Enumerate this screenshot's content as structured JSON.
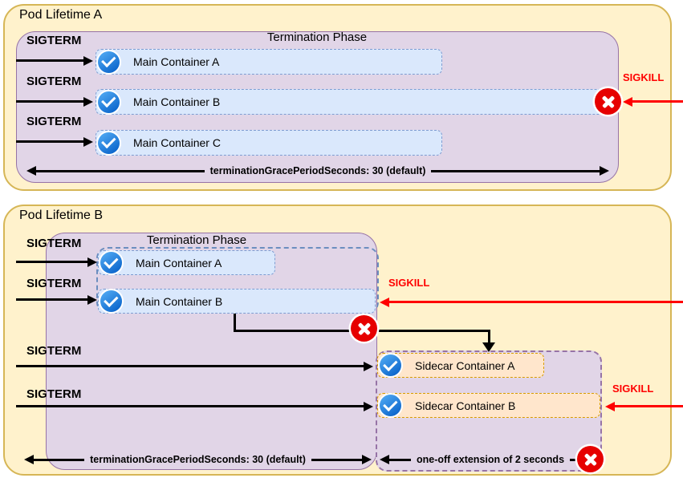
{
  "diagram": {
    "pod_a": {
      "title": "Pod Lifetime A",
      "phase_title": "Termination Phase",
      "sigterm_label": "SIGTERM",
      "sigkill_label": "SIGKILL",
      "containers": [
        "Main Container A",
        "Main Container B",
        "Main Container C"
      ],
      "grace_period_label": "terminationGracePeriodSeconds: 30 (default)"
    },
    "pod_b": {
      "title": "Pod Lifetime B",
      "phase_title": "Termination Phase",
      "sigterm_label": "SIGTERM",
      "sigkill_label": "SIGKILL",
      "main_containers": [
        "Main Container A",
        "Main Container B"
      ],
      "sidecar_containers": [
        "Sidecar Container A",
        "Sidecar Container B"
      ],
      "grace_period_label": "terminationGracePeriodSeconds: 30 (default)",
      "extension_label": "one-off extension of 2 seconds"
    },
    "icons": {
      "container_terminated_ok": "check-circle-icon",
      "container_killed": "x-circle-icon"
    },
    "colors": {
      "pod_fill": "#fff2cc",
      "pod_border": "#d6b656",
      "phase_fill": "#e1d5e7",
      "phase_border": "#9673a6",
      "container_fill": "#dae8fc",
      "container_border": "#7e9cd1",
      "sidecar_fill": "#ffe6cc",
      "sidecar_border": "#d79b00",
      "group_border": "#6c8ebf",
      "success_icon": "#1472d0",
      "error_icon": "#e60000",
      "signal_arrow": "#000000",
      "kill_arrow": "#ff0000"
    }
  }
}
